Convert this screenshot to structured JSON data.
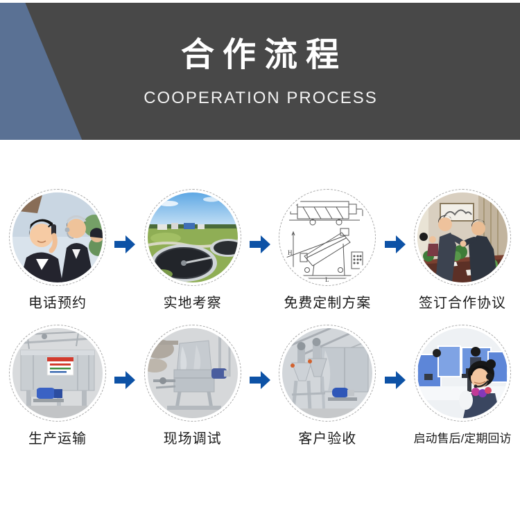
{
  "header": {
    "title": "合作流程",
    "subtitle": "COOPERATION PROCESS",
    "banner_color": "#484848",
    "accent_color": "#5a7194"
  },
  "process": {
    "arrow_color": "#0d52a6",
    "ring_style": "dashed-gray-circle",
    "rows": [
      {
        "steps": [
          {
            "label": "电话预约",
            "image": "call-center-agents-photo"
          },
          {
            "label": "实地考察",
            "image": "treatment-plant-aerial-photo"
          },
          {
            "label": "免费定制方案",
            "image": "equipment-blueprint-drawing",
            "drawing_labels": {
              "h": "H",
              "l": "L"
            }
          },
          {
            "label": "签订合作协议",
            "image": "contract-signing-meeting-photo"
          }
        ]
      },
      {
        "steps": [
          {
            "label": "生产运输",
            "image": "production-workshop-photo"
          },
          {
            "label": "现场调试",
            "image": "onsite-commissioning-photo"
          },
          {
            "label": "客户验收",
            "image": "customer-acceptance-equipment-photo"
          },
          {
            "label": "启动售后/定期回访",
            "image": "after-sales-office-photo"
          }
        ]
      }
    ]
  }
}
